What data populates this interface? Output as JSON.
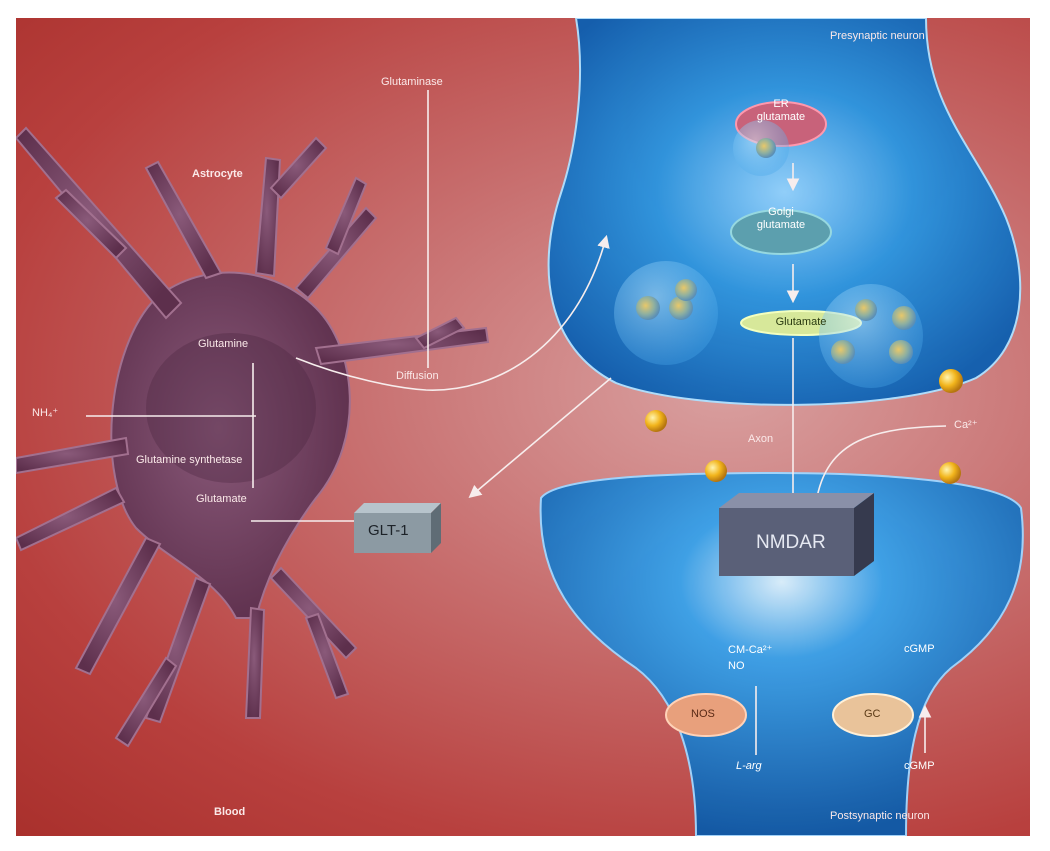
{
  "labels": {
    "presynaptic": "Presynaptic neuron",
    "postsynaptic": "Postsynaptic neuron",
    "astrocyte": "Astrocyte",
    "glutaminase": "Glutaminase",
    "glutamine": "Glutamine",
    "diffusion": "Diffusion",
    "nh4": "NH₄⁺",
    "glutamine_synthetase": "Glutamine synthetase",
    "glutamate_astro": "Glutamate",
    "glt1": "GLT-1",
    "blood": "Blood",
    "er_line1": "ER",
    "er_line2": "glutamate",
    "golgi_line1": "Golgi",
    "golgi_line2": "glutamate",
    "glutamate_vesicle": "Glutamate",
    "axon": "Axon",
    "ca": "Ca²⁺",
    "nmdar": "NMDAR",
    "cm_ca": "CM-Ca²⁺",
    "no": "NO",
    "cgmp_top": "cGMP",
    "nos": "NOS",
    "gc": "GC",
    "l_arg": "L-arg",
    "cgmp_bottom": "cGMP"
  },
  "colors": {
    "background": "#b8403e",
    "astrocyte": "#6e3a5a",
    "neuron": "#1d86d6",
    "glt1": "#7f8d96",
    "nmdar": "#5a6078",
    "glutamate_ball": "#f2b51c",
    "nos": "#e8a07c",
    "gc": "#e9c39a"
  }
}
